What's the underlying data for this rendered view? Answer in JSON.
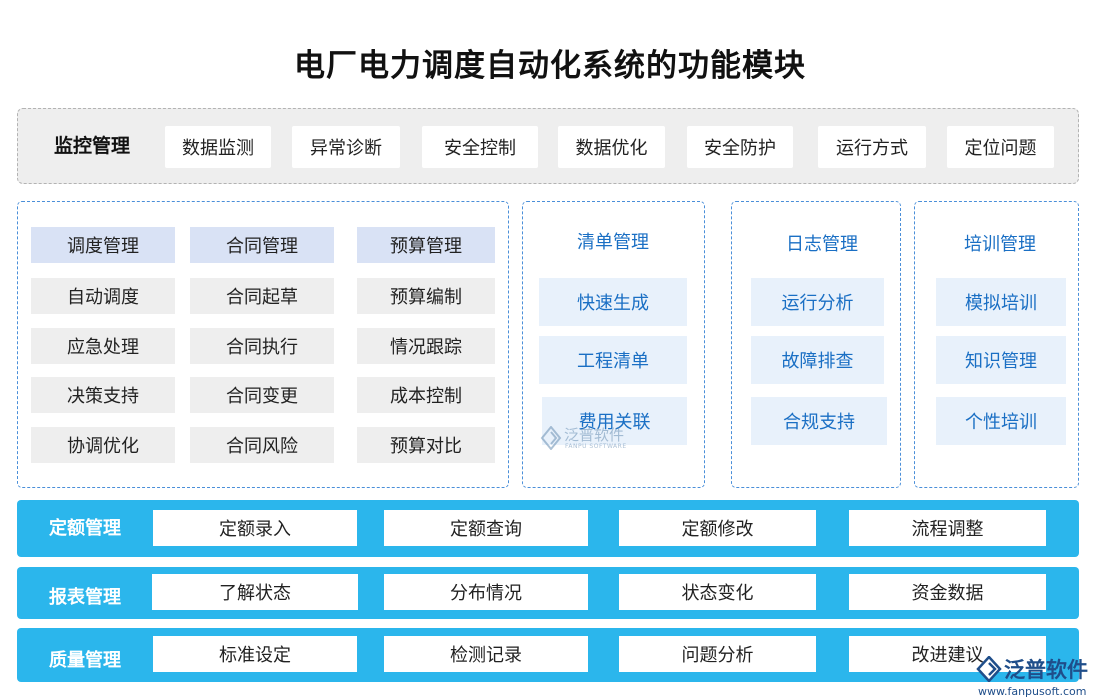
{
  "title": "电厂电力调度自动化系统的功能模块",
  "monitor": {
    "title": "监控管理",
    "items": [
      "数据监测",
      "异常诊断",
      "安全控制",
      "数据优化",
      "安全防护",
      "运行方式",
      "定位问题"
    ]
  },
  "left_panel": {
    "columns": [
      {
        "header": "调度管理",
        "items": [
          "自动调度",
          "应急处理",
          "决策支持",
          "协调优化"
        ]
      },
      {
        "header": "合同管理",
        "items": [
          "合同起草",
          "合同执行",
          "合同变更",
          "合同风险"
        ]
      },
      {
        "header": "预算管理",
        "items": [
          "预算编制",
          "情况跟踪",
          "成本控制",
          "预算对比"
        ]
      }
    ]
  },
  "list_panel": {
    "title": "清单管理",
    "items": [
      "快速生成",
      "工程清单",
      "费用关联"
    ]
  },
  "log_panel": {
    "title": "日志管理",
    "items": [
      "运行分析",
      "故障排查",
      "合规支持"
    ]
  },
  "training_panel": {
    "title": "培训管理",
    "items": [
      "模拟培训",
      "知识管理",
      "个性培训"
    ]
  },
  "bars": [
    {
      "title": "定额管理",
      "items": [
        "定额录入",
        "定额查询",
        "定额修改",
        "流程调整"
      ]
    },
    {
      "title": "报表管理",
      "items": [
        "了解状态",
        "分布情况",
        "状态变化",
        "资金数据"
      ]
    },
    {
      "title": "质量管理",
      "items": [
        "标准设定",
        "检测记录",
        "问题分析",
        "改进建议"
      ]
    }
  ],
  "watermark": {
    "brand": "泛普软件",
    "small_sub": "FANPU SOFTWARE",
    "url": "www.fanpusoft.com"
  },
  "colors": {
    "accent_blue": "#1a6fc4",
    "bar_cyan": "#2bb6ec",
    "panel_border": "#4a8fd9",
    "head_fill": "#d9e2f5",
    "light_blue_fill": "#e8f1fb"
  }
}
